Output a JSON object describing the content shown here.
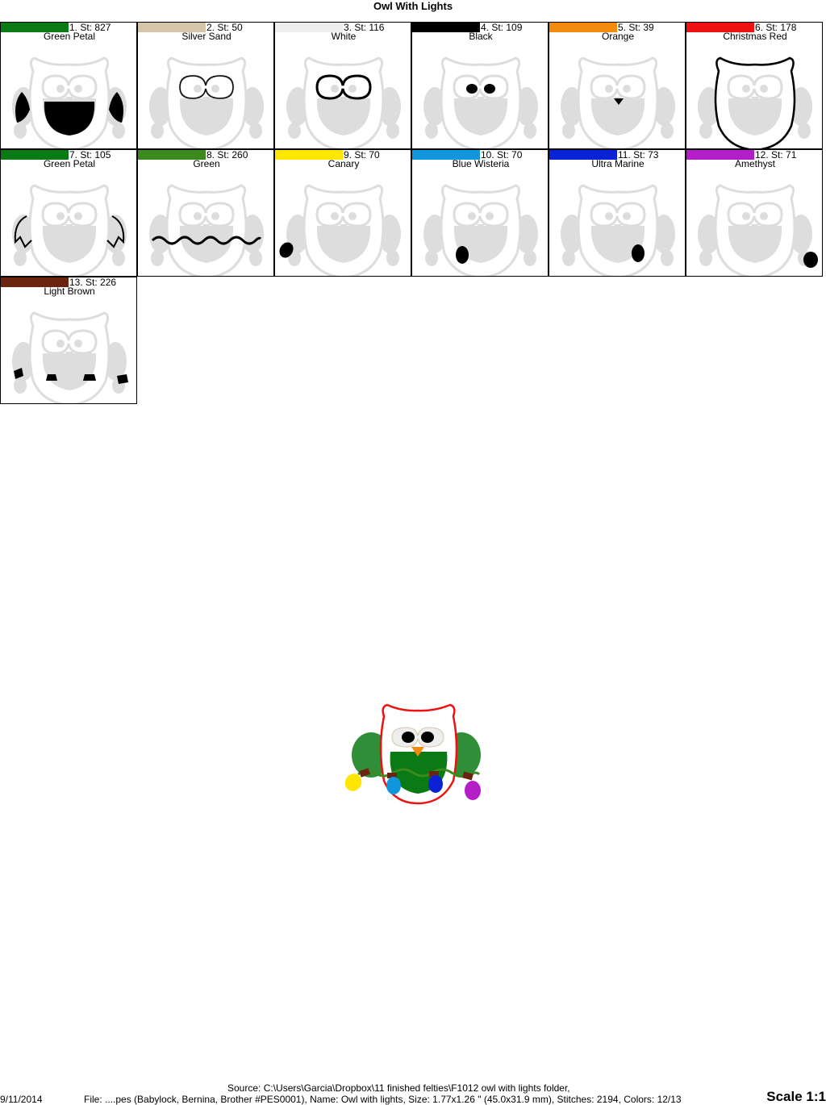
{
  "document": {
    "title": "Owl With Lights",
    "source": "Source: C:\\Users\\Garcia\\Dropbox\\11 finished felties\\F1012 owl with lights folder,",
    "file_line": "File: ....pes (Babylock, Bernina, Brother #PES0001), Name: Owl with lights, Size: 1.77x1.26 \" (45.0x31.9 mm), Stitches: 2194, Colors: 12/13",
    "date": "9/11/2014",
    "scale": "Scale 1:1"
  },
  "colors": [
    {
      "label": "1. St: 827",
      "name": "Green Petal",
      "hex": "#0a7a14",
      "part": "body"
    },
    {
      "label": "2. St: 50",
      "name": "Silver Sand",
      "hex": "#d6c6a8",
      "part": "eye-outline"
    },
    {
      "label": "3. St: 116",
      "name": "White",
      "hex": "#eeeeee",
      "part": "eye-fill"
    },
    {
      "label": "4. St: 109",
      "name": "Black",
      "hex": "#000000",
      "part": "pupils"
    },
    {
      "label": "5. St: 39",
      "name": "Orange",
      "hex": "#f28a10",
      "part": "beak"
    },
    {
      "label": "6. St: 178",
      "name": "Christmas Red",
      "hex": "#ee1111",
      "part": "outline"
    },
    {
      "label": "7. St: 105",
      "name": "Green Petal",
      "hex": "#0a7a14",
      "part": "wing-outline"
    },
    {
      "label": "8. St: 260",
      "name": "Green",
      "hex": "#3c8a1e",
      "part": "wire"
    },
    {
      "label": "9. St: 70",
      "name": "Canary",
      "hex": "#ffe600",
      "part": "bulb-left"
    },
    {
      "label": "10. St: 70",
      "name": "Blue Wisteria",
      "hex": "#0f96dc",
      "part": "bulb-center-left"
    },
    {
      "label": "11. St: 73",
      "name": "Ultra Marine",
      "hex": "#0a22d6",
      "part": "bulb-center-right"
    },
    {
      "label": "12. St: 71",
      "name": "Amethyst",
      "hex": "#b41ec8",
      "part": "bulb-right"
    },
    {
      "label": "13. St: 226",
      "name": "Light Brown",
      "hex": "#6a2410",
      "part": "sockets"
    }
  ]
}
